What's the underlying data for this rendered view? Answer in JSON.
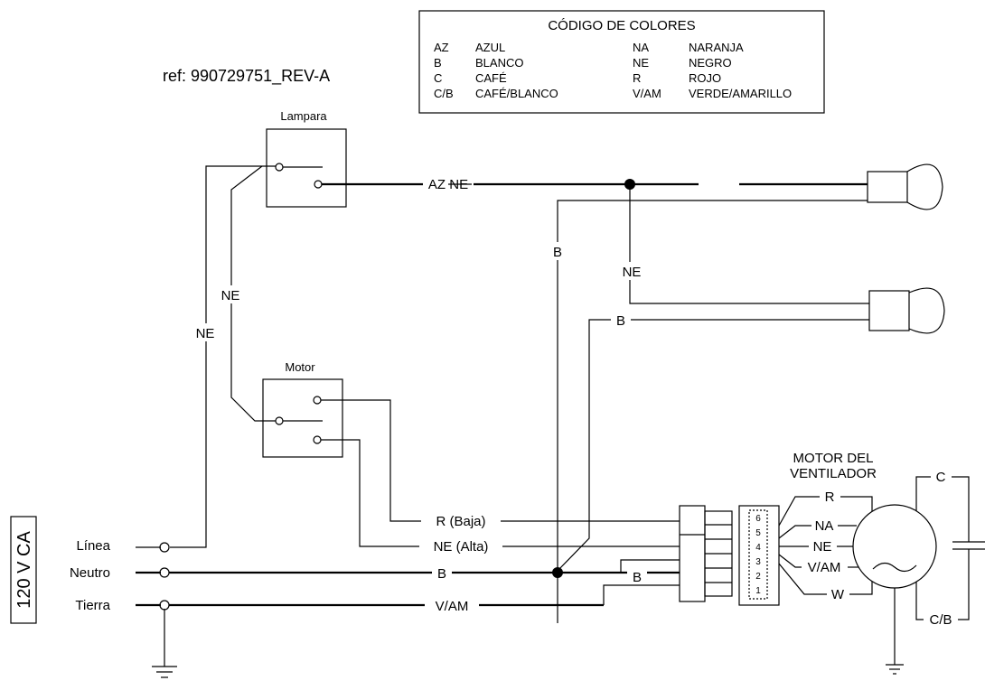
{
  "reference": "ref: 990729751_REV-A",
  "color_code": {
    "title": "CÓDIGO DE COLORES",
    "left": [
      {
        "code": "AZ",
        "name": "AZUL"
      },
      {
        "code": "B",
        "name": "BLANCO"
      },
      {
        "code": "C",
        "name": "CAFÉ"
      },
      {
        "code": "C/B",
        "name": "CAFÉ/BLANCO"
      }
    ],
    "right": [
      {
        "code": "NA",
        "name": "NARANJA"
      },
      {
        "code": "NE",
        "name": "NEGRO"
      },
      {
        "code": "R",
        "name": "ROJO"
      },
      {
        "code": "V/AM",
        "name": "VERDE/AMARILLO"
      }
    ]
  },
  "switches": {
    "lamp": "Lampara",
    "motor": "Motor"
  },
  "supply": {
    "voltage": "120 V CA",
    "line": "Línea",
    "neutral": "Neutro",
    "ground": "Tierra"
  },
  "wires": {
    "lamp_out": "AZ NE",
    "white_vertical": "B",
    "lamp_ne": "NE",
    "lamp2_white": "B",
    "switch_ne": "NE",
    "line_ne": "NE",
    "low": "R (Baja)",
    "high": "NE (Alta)",
    "neutral": "B",
    "neutral_conn": "B",
    "ground": "V/AM"
  },
  "connector_pins": [
    "6",
    "5",
    "4",
    "3",
    "2",
    "1"
  ],
  "fan_motor": {
    "title_line1": "MOTOR DEL",
    "title_line2": "VENTILADOR",
    "leads": [
      "R",
      "NA",
      "NE",
      "V/AM",
      "W"
    ],
    "cap_top": "C",
    "cap_bottom": "C/B"
  }
}
